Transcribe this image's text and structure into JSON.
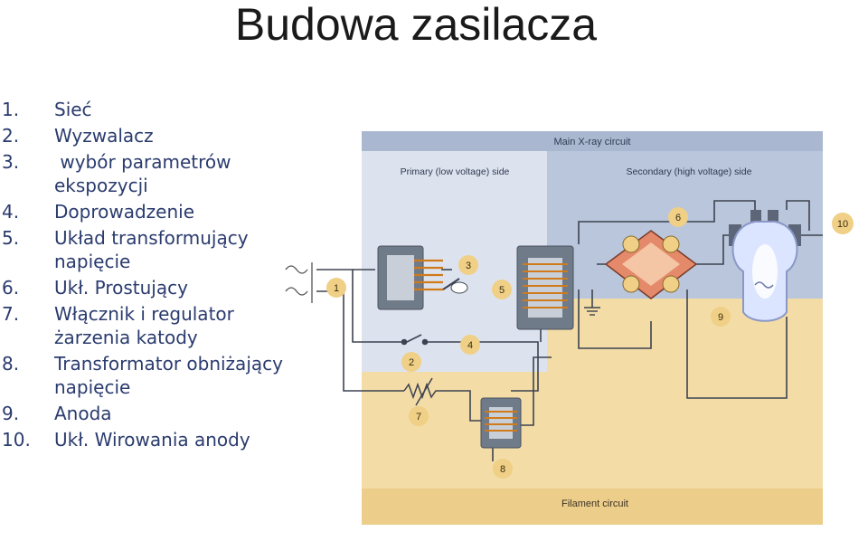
{
  "title": "Budowa zasilacza",
  "list": [
    {
      "num": "1.",
      "text": "Sieć"
    },
    {
      "num": "2.",
      "text": "Wyzwalacz"
    },
    {
      "num": "3.",
      "text": " wybór parametrów ekspozycji"
    },
    {
      "num": "4.",
      "text": "Doprowadzenie"
    },
    {
      "num": "5.",
      "text": "Układ transformujący napięcie"
    },
    {
      "num": "6.",
      "text": "Ukł. Prostujący"
    },
    {
      "num": "7.",
      "text": "Włącznik i regulator żarzenia katody"
    },
    {
      "num": "8.",
      "text": "Transformator obniżający napięcie"
    },
    {
      "num": "9.",
      "text": "Anoda"
    },
    {
      "num": "10.",
      "text": "Ukł. Wirowania anody"
    }
  ],
  "diagram": {
    "main_circuit": "Main X-ray circuit",
    "primary_side": "Primary (low voltage) side",
    "secondary_side": "Secondary (high voltage) side",
    "filament_circuit": "Filament circuit",
    "callouts": [
      "1",
      "2",
      "3",
      "4",
      "5",
      "6",
      "7",
      "8",
      "9",
      "10"
    ],
    "colors": {
      "blue_panel": "#b9c6db",
      "primary_panel": "#dde3ee",
      "filament_panel": "#f3dca6",
      "callout": "#f0cf86"
    }
  }
}
